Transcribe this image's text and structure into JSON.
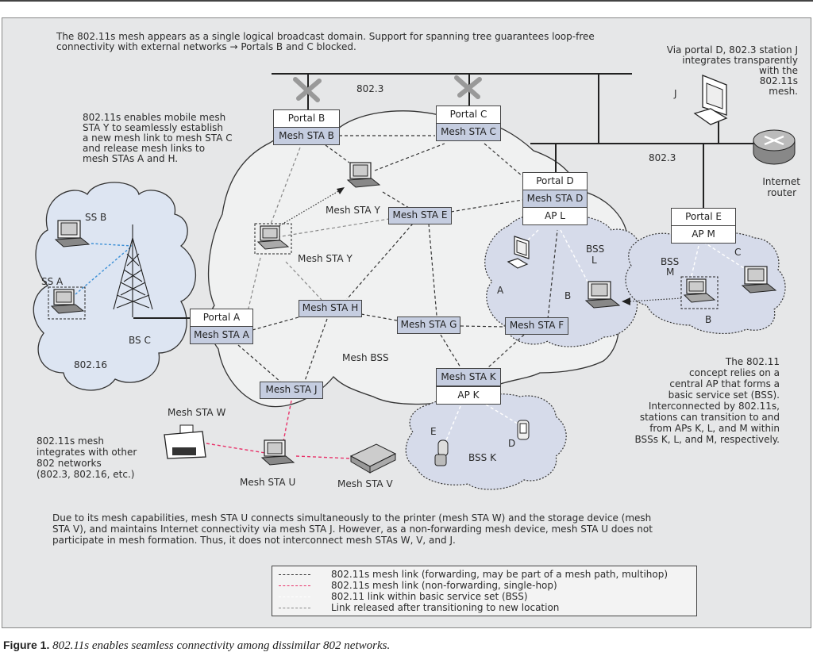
{
  "annotations": {
    "top_note_line1": "The 802.11s mesh appears as a single logical broadcast domain.  Support for spanning tree guarantees loop-free",
    "top_note_line2": "connectivity with external networks → Portals B and C blocked.",
    "mobile_note": [
      "802.11s enables mobile mesh",
      "STA Y to seamlessly establish",
      "a new mesh link to mesh STA C",
      "and release mesh links to",
      "mesh STAs A and H."
    ],
    "portal_d_note": [
      "Via portal D, 802.3 station J",
      "integrates transparently",
      "with the",
      "802.11s",
      "mesh."
    ],
    "integrates_note": [
      "802.11s mesh",
      "integrates with other",
      "802 networks",
      "(802.3, 802.16, etc.)"
    ],
    "bss_note": [
      "The 802.11",
      "concept relies on a",
      "central AP that forms a",
      "basic service set (BSS).",
      "Interconnected by 802.11s,",
      "stations can transition to and",
      "from APs K, L, and M within",
      "BSSs K, L, and M, respectively."
    ],
    "bottom_note": "Due to its mesh capabilities, mesh STA U connects simultaneously to the printer (mesh STA W) and the storage device (mesh STA V), and maintains Internet connectivity via mesh STA J.  However, as a non-forwarding mesh device, mesh STA U does not participate in mesh formation.  Thus, it does not interconnect mesh STAs W, V, and J."
  },
  "nodes": {
    "portal_a": {
      "top": "Portal A",
      "bottom": "Mesh STA A"
    },
    "portal_b": {
      "top": "Portal B",
      "bottom": "Mesh STA B"
    },
    "portal_c": {
      "top": "Portal C",
      "bottom": "Mesh STA C"
    },
    "portal_d": {
      "top": "Portal D",
      "middle": "Mesh STA D",
      "bottom": "AP L"
    },
    "portal_e": {
      "top": "Portal E",
      "bottom": "AP M"
    },
    "mesh_k": {
      "top": "Mesh STA K",
      "bottom": "AP K"
    },
    "mesh_e": "Mesh STA E",
    "mesh_h": "Mesh STA H",
    "mesh_g": "Mesh STA G",
    "mesh_f": "Mesh STA F",
    "mesh_j": "Mesh STA J"
  },
  "labels": {
    "net_8023_top": "802.3",
    "net_8023_right": "802.3",
    "station_j": "J",
    "internet_router": [
      "Internet",
      "router"
    ],
    "mesh_sta_y_new": "Mesh STA Y",
    "mesh_sta_y_old": "Mesh STA Y",
    "mesh_bss": "Mesh BSS",
    "ss_b": "SS B",
    "ss_a": "SS A",
    "bs_c": "BS C",
    "net_80216": "802.16",
    "bss_l": [
      "BSS",
      "L"
    ],
    "bss_l_a": "A",
    "bss_l_b": "B",
    "bss_m": [
      "BSS",
      "M"
    ],
    "bss_m_c": "C",
    "bss_m_b": "B",
    "bss_k": "BSS K",
    "bss_k_e": "E",
    "bss_k_d": "D",
    "mesh_sta_w": "Mesh STA W",
    "mesh_sta_u": "Mesh STA U",
    "mesh_sta_v": "Mesh STA V"
  },
  "legend": [
    {
      "label": "802.11s mesh link (forwarding, may be part of a mesh path, multihop)",
      "color": "#333333"
    },
    {
      "label": "802.11s mesh link (non-forwarding, single-hop)",
      "color": "#e8336a"
    },
    {
      "label": "802.11 link within basic service set (BSS)",
      "color": "#ffffff"
    },
    {
      "label": "Link released after transitioning to new location",
      "color": "#888888"
    }
  ],
  "caption": {
    "label": "Figure 1.",
    "text": "802.11s enables seamless connectivity among dissimilar 802 networks."
  },
  "colors": {
    "panel_bg": "#e6e7e8",
    "mesh_cloud": "#f0f1f1",
    "bss_cloud": "#d6dbea",
    "wimax_cloud": "#dde5f2",
    "mesh_sta_fill": "#c5cde0",
    "wimax_link": "#3b8fd6",
    "non_forwarding_link": "#e8336a"
  }
}
